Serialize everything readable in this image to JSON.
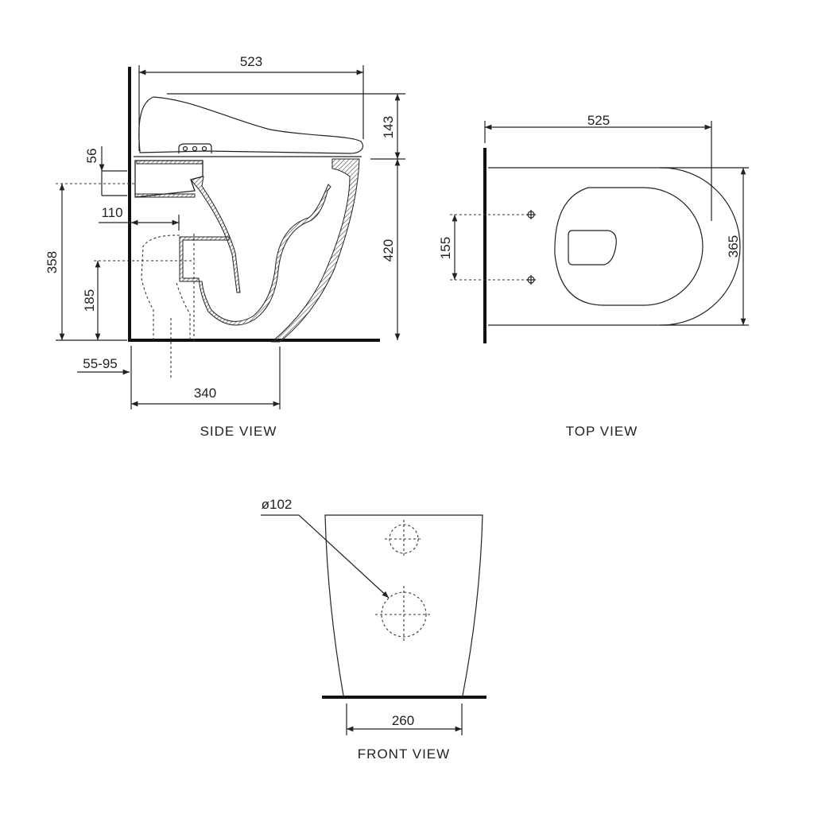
{
  "side_view": {
    "label": "SIDE VIEW",
    "dimensions": {
      "overall_length": "523",
      "seat_height": "143",
      "pan_height": "420",
      "inlet_height": "358",
      "outlet_height": "185",
      "inlet_size": "56",
      "inlet_offset": "110",
      "wall_offset": "55-95",
      "outlet_set_out": "340"
    }
  },
  "top_view": {
    "label": "TOP VIEW",
    "dimensions": {
      "length": "525",
      "width": "365",
      "fixing_spacing": "155"
    }
  },
  "front_view": {
    "label": "FRONT VIEW",
    "dimensions": {
      "outlet_diameter": "ø102",
      "base_width": "260"
    }
  }
}
